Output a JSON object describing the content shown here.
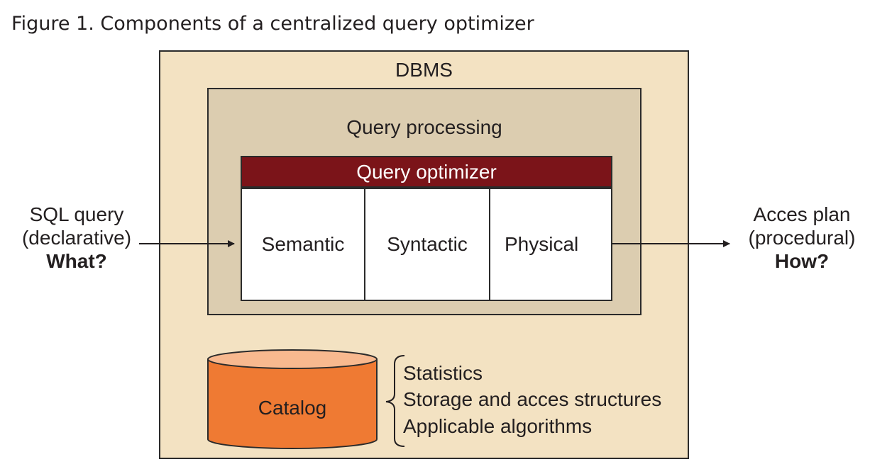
{
  "caption": "Figure 1. Components of a centralized query optimizer",
  "dbms": {
    "label": "DBMS"
  },
  "query_processing": {
    "label": "Query processing"
  },
  "query_optimizer": {
    "label": "Query optimizer",
    "components": [
      "Semantic",
      "Syntactic",
      "Physical"
    ]
  },
  "input": {
    "line1": "SQL query",
    "line2": "(declarative)",
    "line3": "What?"
  },
  "output": {
    "line1": "Acces plan",
    "line2": "(procedural)",
    "line3": "How?"
  },
  "catalog": {
    "label": "Catalog",
    "items": [
      "Statistics",
      "Storage and acces structures",
      "Applicable algorithms"
    ]
  },
  "colors": {
    "dbms_fill": "#f3e2c2",
    "query_processing_fill": "#dccdb0",
    "optimizer_header_fill": "#7b1419",
    "catalog_body_fill": "#ef7a33",
    "catalog_top_fill": "#f8b98f",
    "outline": "#2b2b2b"
  }
}
